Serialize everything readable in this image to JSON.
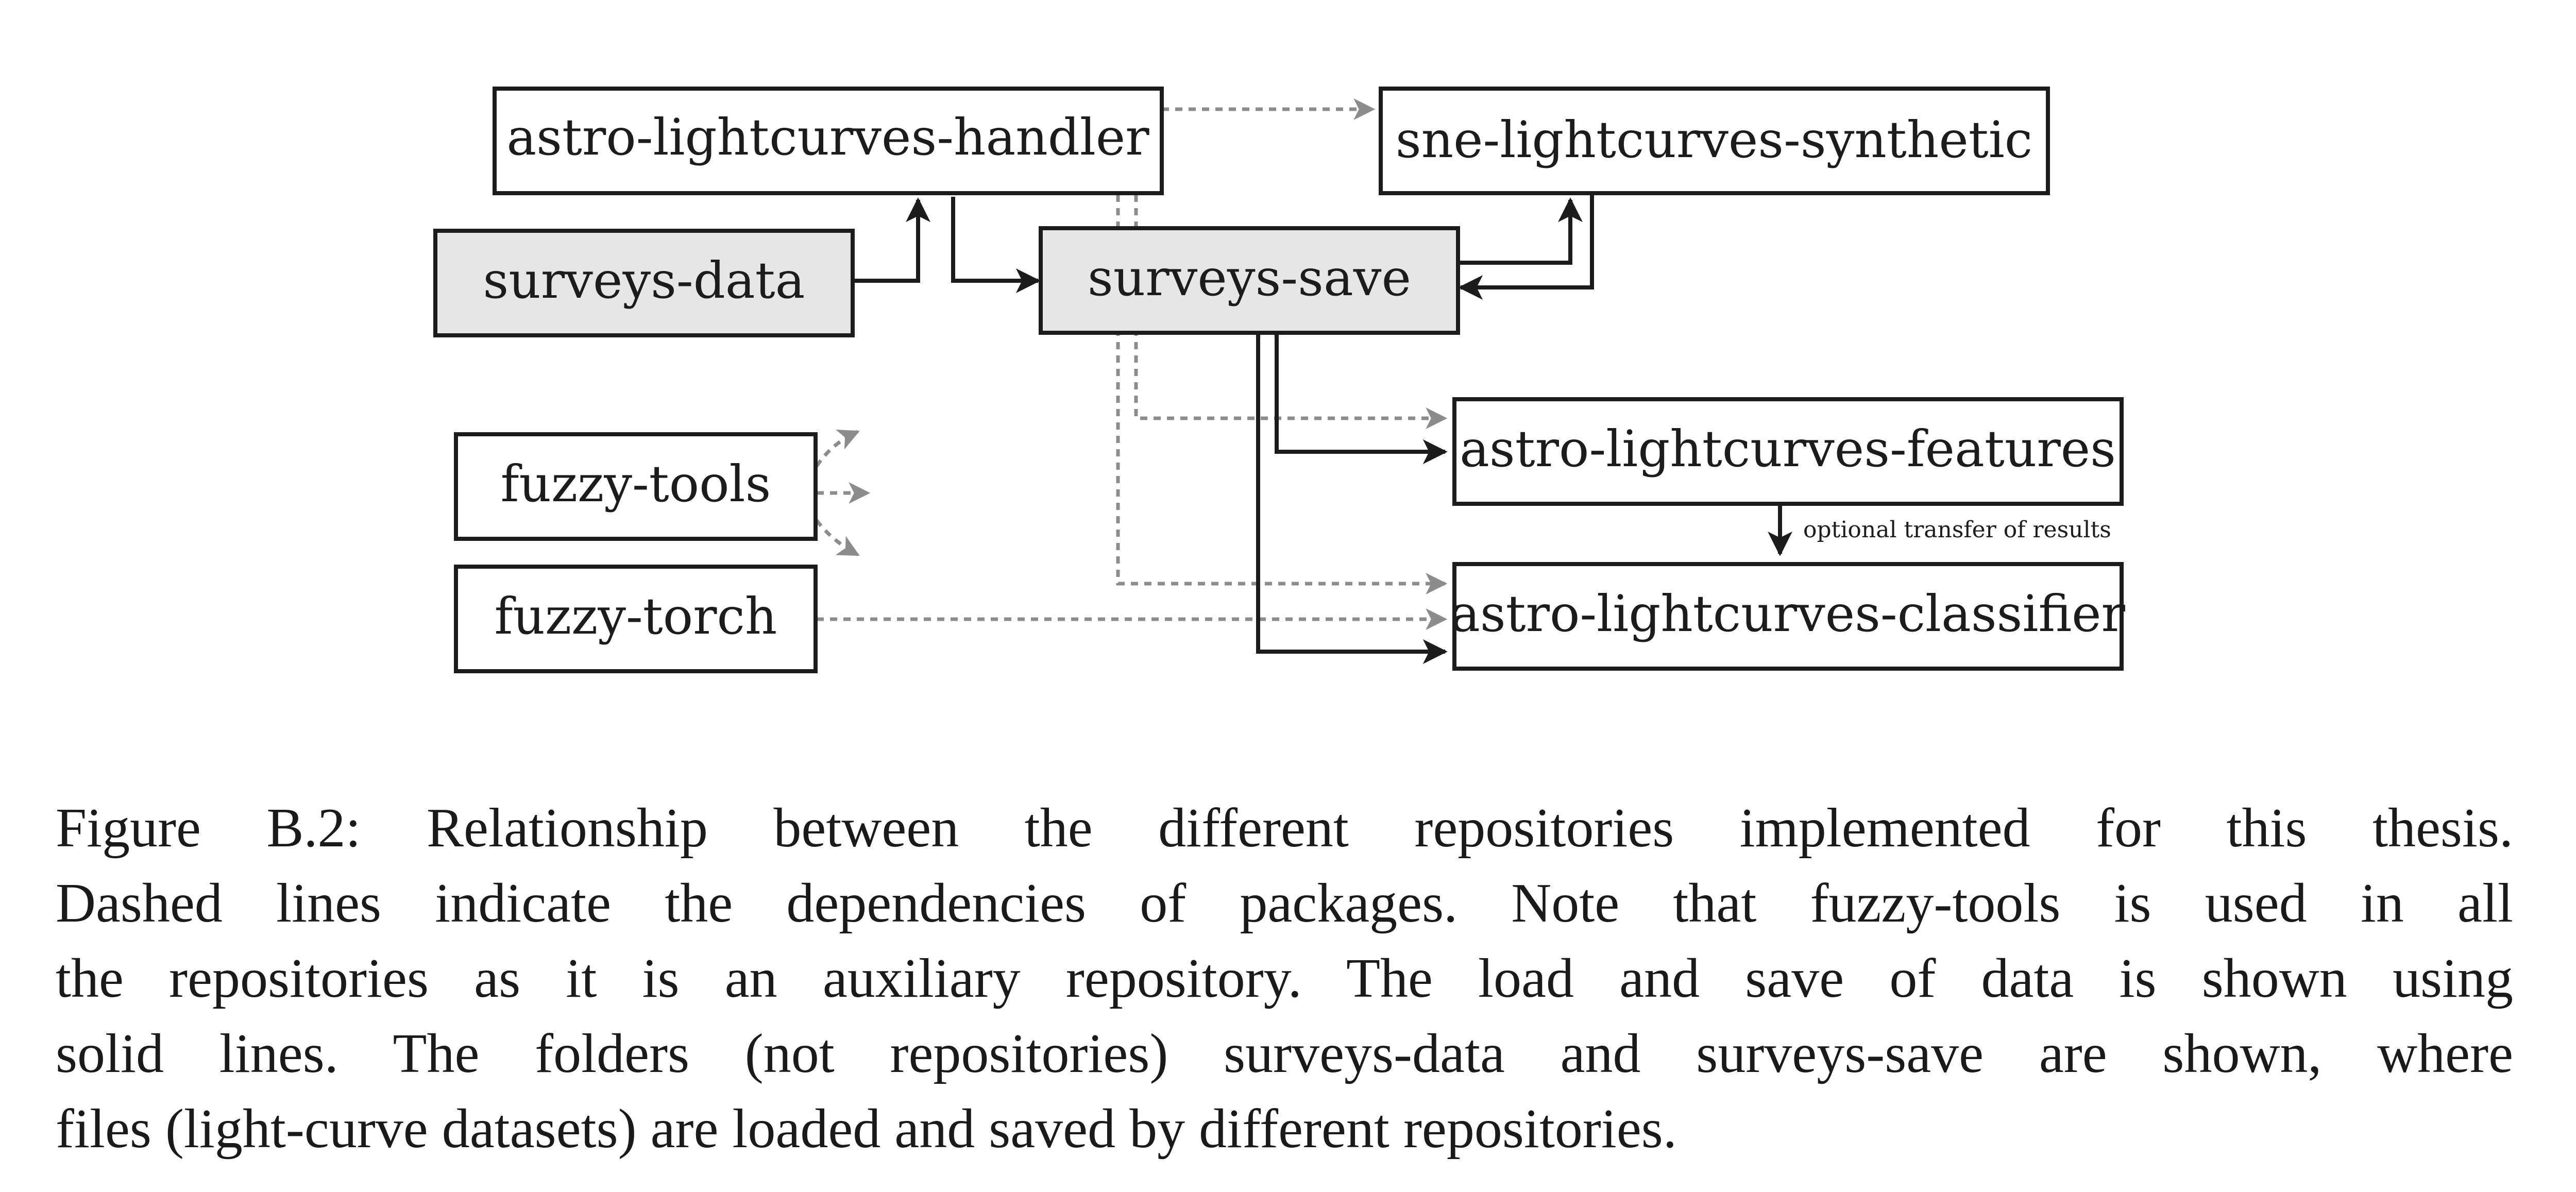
{
  "diagram": {
    "nodes": {
      "handler": "astro-lightcurves-handler",
      "synthetic": "sne-lightcurves-synthetic",
      "surveys_data": "surveys-data",
      "surveys_save": "surveys-save",
      "fuzzy_tools": "fuzzy-tools",
      "fuzzy_torch": "fuzzy-torch",
      "features": "astro-lightcurves-features",
      "classifier": "astro-lightcurves-classifier"
    },
    "edge_labels": {
      "optional_transfer": "optional transfer of results"
    },
    "colors": {
      "folder_fill": "#e6e6e6",
      "repo_fill": "#ffffff",
      "solid_line": "#1c1c1c",
      "dashed_line": "#8c8c8c"
    }
  },
  "caption": {
    "lines": [
      "Figure B.2: Relationship between the different repositories implemented for this thesis.",
      "Dashed lines indicate the dependencies of packages. Note that fuzzy-tools is used in all",
      "the repositories as it is an auxiliary repository. The load and save of data is shown using",
      "solid lines. The folders (not repositories) surveys-data and surveys-save are shown, where",
      "files (light-curve datasets) are loaded and saved by different repositories."
    ]
  }
}
